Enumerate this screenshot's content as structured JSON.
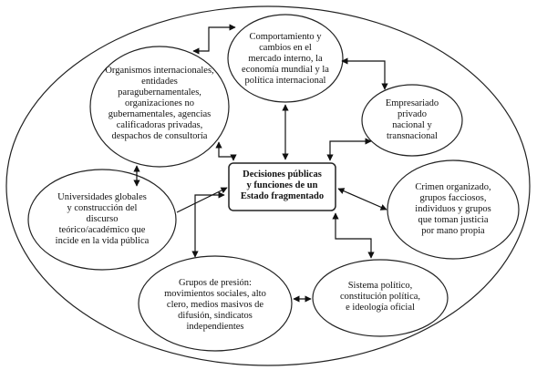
{
  "diagram": {
    "center": "Decisiones públicas\ny funciones de un\nEstado fragmentado",
    "nodes": {
      "comportamiento": "Comportamiento y\ncambios en el\nmercado interno, la\neconomía mundial y la\npolítica internacional",
      "organismos": "Organismos internacionales,\nentidades\nparagubernamentales,\norganizaciones no\ngubernamentales, agencias\ncalificadoras privadas,\ndespachos de consultoría",
      "empresariado": "Empresariado\nprivado\nnacional y\ntransnacional",
      "universidades": "Universidades globales\ny construcción del\ndiscurso\nteórico/académico que\nincide en la vida pública",
      "crimen": "Crimen organizado,\ngrupos facciosos,\nindividuos y grupos\nque toman justicia\npor mano propia",
      "grupos": "Grupos de presión:\nmovimientos sociales, alto\nclero, medios masivos de\ndifusión, sindicatos\nindependientes",
      "sistema": "Sistema político,\nconstitución política,\ne ideología oficial"
    }
  }
}
